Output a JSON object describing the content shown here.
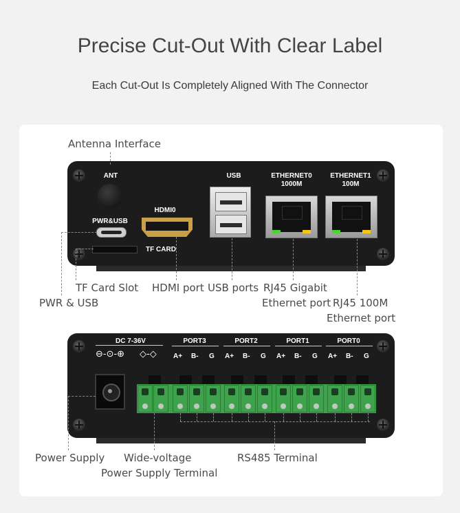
{
  "header": {
    "title": "Precise Cut-Out With Clear Label",
    "subtitle": "Each Cut-Out Is Completely Aligned With The Connector"
  },
  "top_panel": {
    "labels": {
      "ant": "ANT",
      "pwr_usb": "PWR&USB",
      "hdmi": "HDMI0",
      "tf": "TF CARD",
      "usb": "USB",
      "eth0": "ETHERNET0",
      "eth0_speed": "1000M",
      "eth1": "ETHERNET1",
      "eth1_speed": "100M"
    },
    "annotations": {
      "antenna": "Antenna Interface",
      "tf_slot": "TF Card Slot",
      "pwr_usb": "PWR & USB",
      "hdmi_port": "HDMI port",
      "usb_ports": "USB ports",
      "rj45_gigabit": "RJ45 Gigabit",
      "rj45_gigabit_2": "Ethernet port",
      "rj45_100m": "RJ45 100M",
      "rj45_100m_2": "Ethernet port"
    }
  },
  "bottom_panel": {
    "labels": {
      "dc": "DC 7-36V",
      "port3": "PORT3",
      "port2": "PORT2",
      "port1": "PORT1",
      "port0": "PORT0",
      "pin_a": "A+",
      "pin_b": "B-",
      "pin_g": "G"
    },
    "annotations": {
      "power_supply": "Power Supply",
      "wide_voltage": "Wide-voltage",
      "wide_voltage_2": "Power Supply Terminal",
      "rs485": "RS485 Terminal"
    }
  },
  "colors": {
    "led_green": "#4cd137",
    "led_yellow": "#f5c518",
    "terminal_green": "#3fa34d"
  }
}
